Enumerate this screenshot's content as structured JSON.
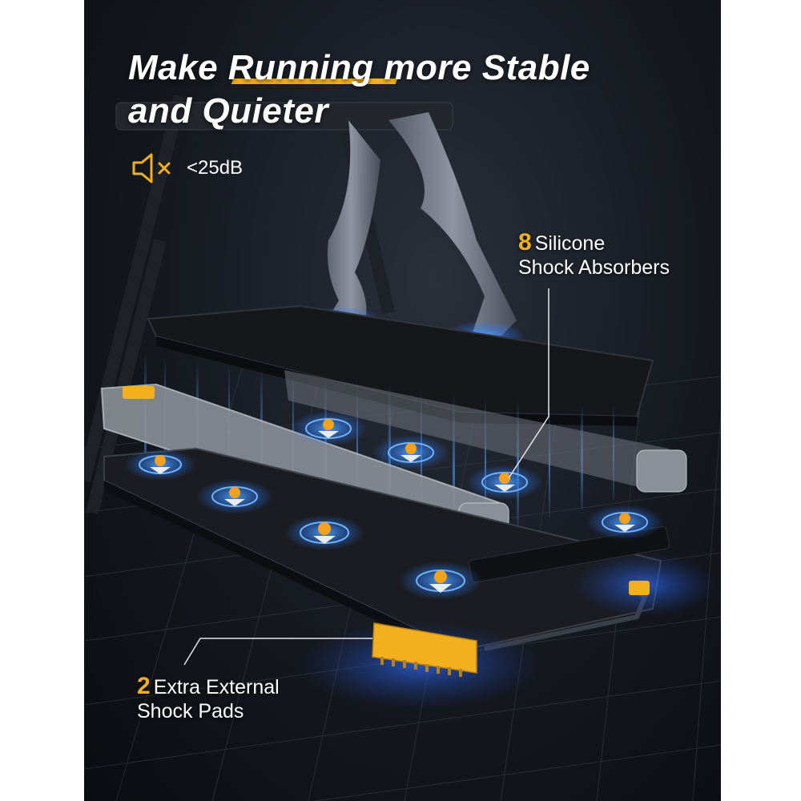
{
  "headline": {
    "line1": "Make Running more Stable",
    "line2": "and Quieter"
  },
  "noise": {
    "icon": "speaker-muted-icon",
    "value": "<25dB"
  },
  "callouts": {
    "absorbers": {
      "number": "8",
      "line1": "Silicone",
      "line2": "Shock Absorbers"
    },
    "pads": {
      "number": "2",
      "line1": "Extra External",
      "line2": "Shock Pads"
    }
  },
  "colors": {
    "accent": "#f2b01e",
    "background": "#15181f",
    "glow": "#2f7fff",
    "text": "#ffffff"
  }
}
